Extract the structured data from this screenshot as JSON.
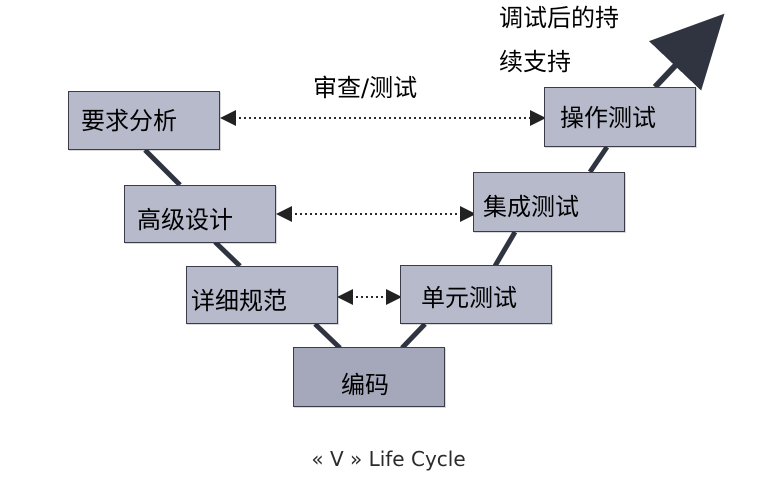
{
  "diagram": {
    "left_nodes": {
      "requirements": "要求分析",
      "high_level_design": "高级设计",
      "detailed_spec": "详细规范"
    },
    "bottom_node": {
      "coding": "编码"
    },
    "right_nodes": {
      "unit_test": "单元测试",
      "integration_test": "集成测试",
      "operation_test": "操作测试"
    },
    "review_label": "审查/测试",
    "support_label_line1": "调试后的持",
    "support_label_line2": "续支持",
    "caption": "« V » Life Cycle"
  },
  "colors": {
    "box_fill": "#b7bacb",
    "box_fill_bottom": "#a5a8bb",
    "connector": "#2f3440",
    "dotted_link": "#2a2a2a"
  }
}
